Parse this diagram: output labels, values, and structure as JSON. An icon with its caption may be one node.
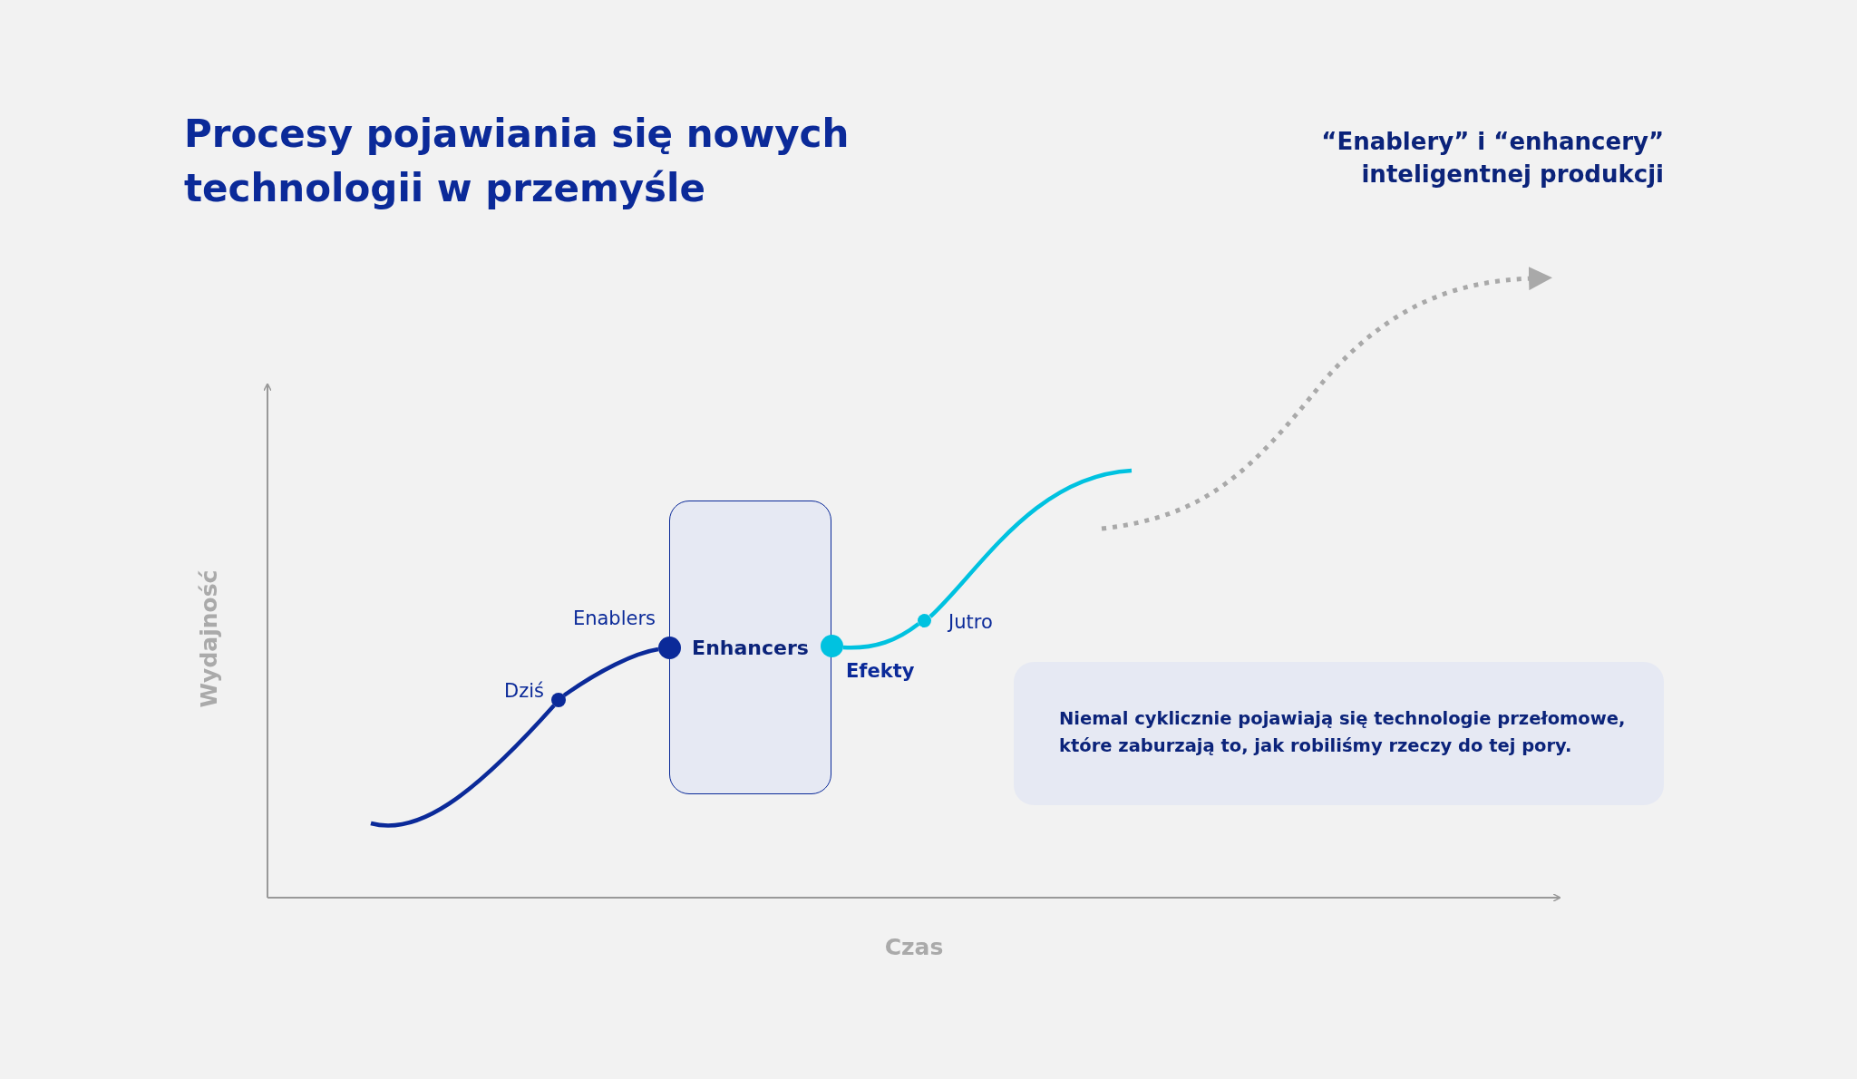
{
  "diagram": {
    "title": "Procesy pojawiania się nowych technologii w przemyśle",
    "nodes": [
      {
        "text": [
          "Enhancers"
        ]
      },
      {
        "text": [],
        "shape": "circle",
        "beside": [
          "Dziś"
        ]
      },
      {
        "text": [],
        "shape": "circle",
        "beside": [
          "Enablers"
        ]
      },
      {
        "text": [],
        "shape": "circle",
        "beside": [
          "Efekty"
        ]
      },
      {
        "text": [],
        "shape": "circle",
        "beside": [
          "Jutro"
        ]
      },
      {
        "text": [
          "Niemal cyklicznie pojawiają się technologie przełomowe, które zaburzają to, jak robiliśmy rzeczy do tej pory."
        ]
      }
    ],
    "edges": [
      {
        "from": null,
        "to": 1,
        "arrow": "none",
        "color": "#0b2a99"
      },
      {
        "from": 1,
        "to": 2,
        "arrow": "none",
        "color": "#0b2a99"
      },
      {
        "from": 3,
        "to": 4,
        "arrow": "none",
        "color": "#00c2e0"
      },
      {
        "from": 4,
        "to": null,
        "arrow": "none",
        "color": "#00c2e0"
      }
    ],
    "labels": [
      "“Enablery” i “enhancery” inteligentnej produkcji",
      "Wydajność",
      "Czas"
    ]
  }
}
